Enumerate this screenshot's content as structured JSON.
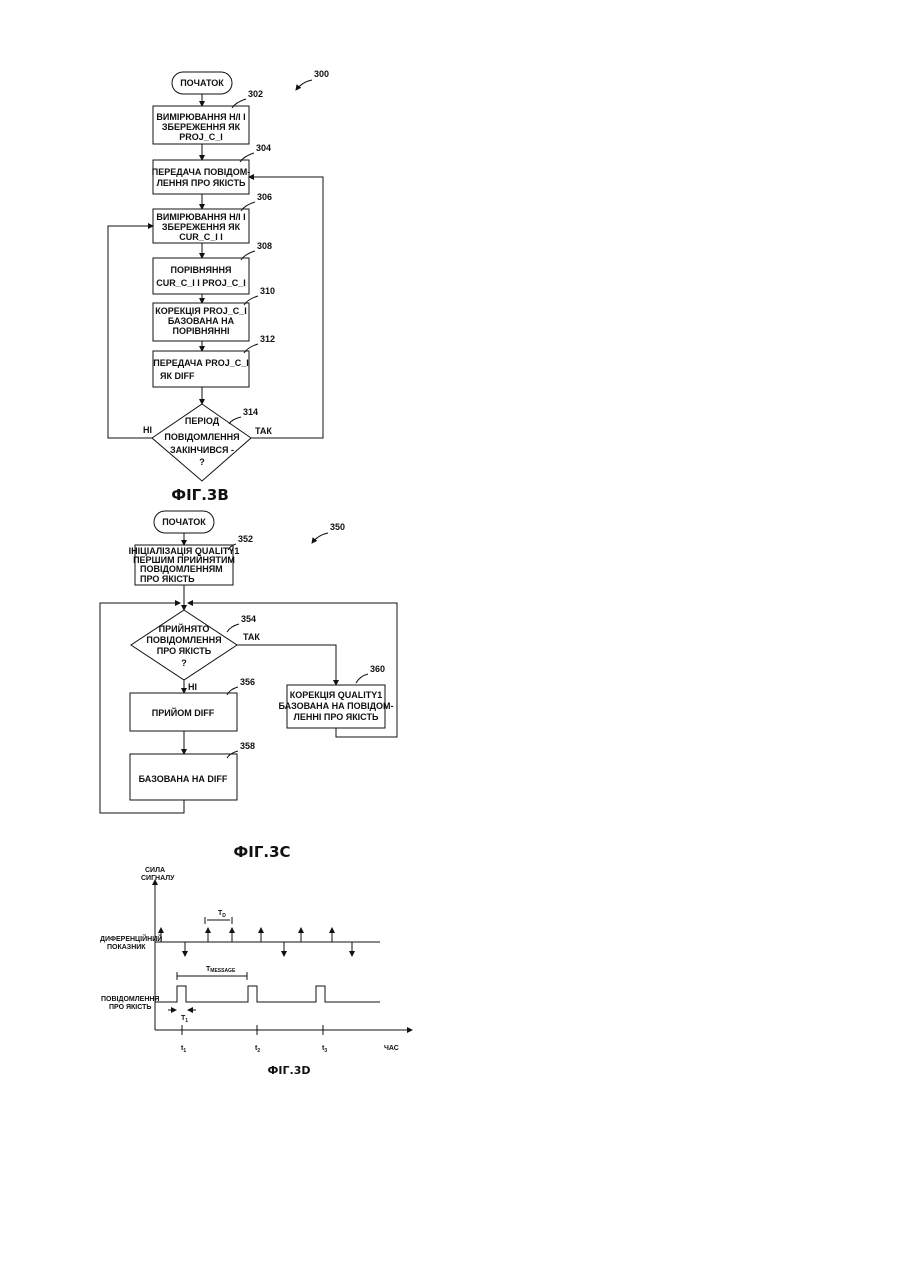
{
  "fig3b": {
    "ref": "300",
    "start": "ПОЧАТОК",
    "s302": {
      "num": "302",
      "l1": "ВИМІРЮВАННЯ  Н/І І",
      "l2": "ЗБЕРЕЖЕННЯ ЯК",
      "l3": "PROJ_C_I"
    },
    "s304": {
      "num": "304",
      "l1": "ПЕРЕДАЧА ПОВІДОМ-",
      "l2": "ЛЕННЯ ПРО ЯКІСТЬ"
    },
    "s306": {
      "num": "306",
      "l1": "ВИМІРЮВАННЯ  Н/І І",
      "l2": "ЗБЕРЕЖЕННЯ ЯК",
      "l3": "CUR_C_I I"
    },
    "s308": {
      "num": "308",
      "l1": "ПОРІВНЯННЯ",
      "l2": "CUR_C_I  І PROJ_C_I"
    },
    "s310": {
      "num": "310",
      "l1": "КОРЕКЦІЯ  PROJ_C_I",
      "l2": "БАЗОВАНА НА",
      "l3": "ПОРІВНЯННІ"
    },
    "s312": {
      "num": "312",
      "l1": "ПЕРЕДАЧА  PROJ_C_I",
      "l2": "ЯК DIFF"
    },
    "d314": {
      "num": "314",
      "l1": "ПЕРІОД",
      "l2": "ПОВІДОМЛЕННЯ",
      "l3": "ЗАКІНЧИВСЯ -",
      "l4": "?"
    },
    "no": "НІ",
    "yes": "ТАК",
    "caption": "ФІГ.3В"
  },
  "fig3c": {
    "ref": "350",
    "start": "ПОЧАТОК",
    "s352": {
      "num": "352",
      "l1": "ІНІЦІАЛІЗАЦІЯ QUALITY1",
      "l2": "ПЕРШИМ ПРИЙНЯТИМ",
      "l3": "ПОВІДОМЛЕННЯМ",
      "l4": "ПРО ЯКІСТЬ"
    },
    "d354": {
      "num": "354",
      "l1": "ПРИЙНЯТО",
      "l2": "ПОВІДОМЛЕННЯ",
      "l3": "ПРО ЯКІСТЬ",
      "l4": "?"
    },
    "yes": "ТАК",
    "no": "НІ",
    "s356": {
      "num": "356",
      "l1": "ПРИЙОМ DIFF"
    },
    "s358": {
      "num": "358",
      "l1": "БАЗОВАНА НА DIFF"
    },
    "s360": {
      "num": "360",
      "l1": "КОРЕКЦІЯ  QUALITY1",
      "l2": "БАЗОВАНА НА ПОВІДОМ-",
      "l3": "ЛЕННІ ПРО ЯКІСТЬ"
    },
    "caption": "ФІГ.3С"
  },
  "fig3d": {
    "y_axis_l1": "СИЛА",
    "y_axis_l2": "СИГНАЛУ",
    "row1_l1": "ДИФЕРЕНЦІЙНИЙ",
    "row1_l2": "ПОКАЗНИК",
    "row2_l1": "ПОВІДОМЛЕННЯ",
    "row2_l2": "ПРО ЯКІСТЬ",
    "td": "T",
    "td_sub": "D",
    "tmsg": "T",
    "tmsg_sub": "MESSAGE",
    "t1_lbl": "T",
    "t1_sub": "1",
    "ticks": [
      {
        "t": "t",
        "sub": "1"
      },
      {
        "t": "t",
        "sub": "2"
      },
      {
        "t": "t",
        "sub": "3"
      }
    ],
    "x_axis": "ЧАС",
    "caption": "ФІГ.3D"
  }
}
